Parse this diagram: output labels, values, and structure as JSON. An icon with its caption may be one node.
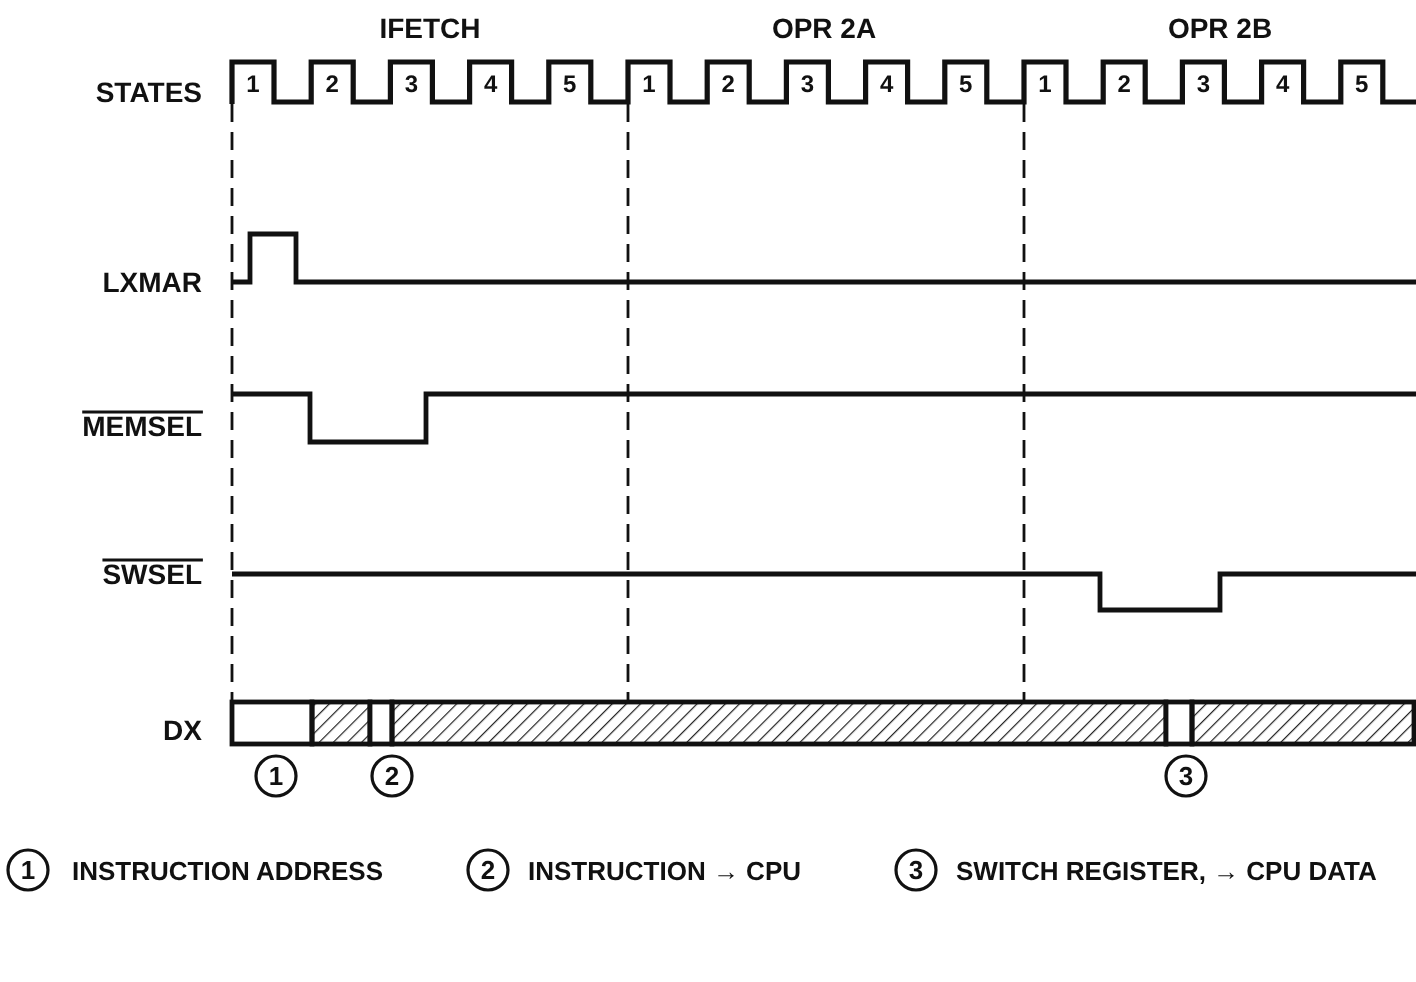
{
  "diagram": {
    "labels": [
      "IFETCH",
      "OPR 2A",
      "OPR 2B",
      "STATES",
      "1",
      "2",
      "3",
      "4",
      "5",
      "1",
      "2",
      "3",
      "4",
      "5",
      "1",
      "2",
      "3",
      "4",
      "5",
      "LXMAR",
      "MEMSEL",
      "SWSEL",
      "DX",
      "1",
      "2",
      "3",
      "1",
      "INSTRUCTION ADDRESS",
      "2",
      "INSTRUCTION → CPU",
      "3",
      "SWITCH REGISTER, → CPU DATA"
    ]
  }
}
